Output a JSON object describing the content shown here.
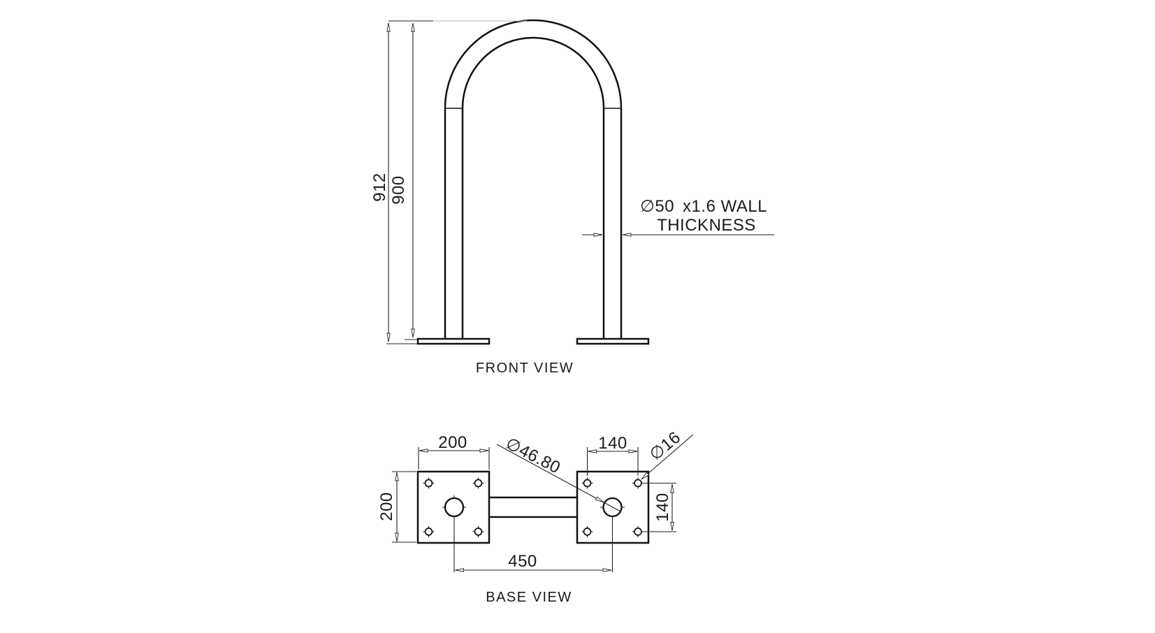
{
  "drawing": {
    "front_view": {
      "label": "FRONT VIEW",
      "dims": {
        "overall_height": "912",
        "tube_height": "900",
        "tube_note_dia": "∅50",
        "tube_note_wall": "x1.6 WALL",
        "tube_note_line2": "THICKNESS"
      }
    },
    "base_view": {
      "label": "BASE VIEW",
      "dims": {
        "plate_width": "200",
        "plate_depth": "200",
        "bolt_spacing_x": "140",
        "bolt_spacing_y": "140",
        "leg_centre_distance": "450",
        "tube_outer_dia": "∅46.80",
        "bolt_hole_dia": "∅16"
      }
    },
    "colors": {
      "line": "#111111",
      "dimension_line": "#222222",
      "muted_extension": "#b9b9b9",
      "background": "#ffffff"
    }
  }
}
